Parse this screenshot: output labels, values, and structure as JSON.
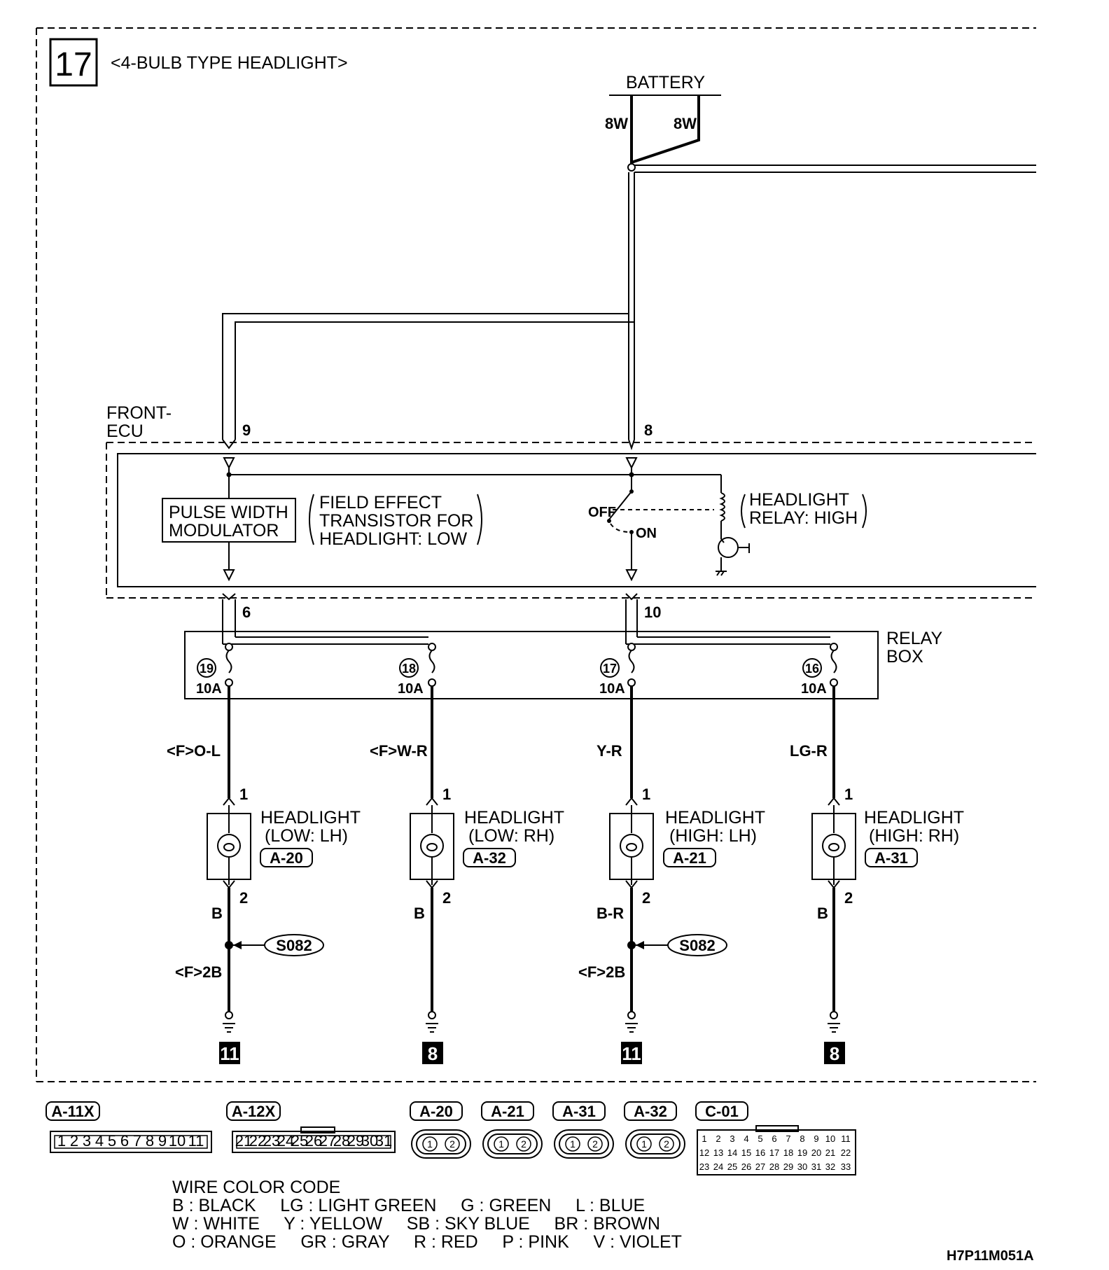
{
  "diagram": {
    "page_number": "17",
    "subtitle": "<4-BULB TYPE HEADLIGHT>",
    "battery_label": "BATTERY",
    "battery_wires": [
      "8W",
      "8W"
    ],
    "ecu": {
      "label_line1": "FRONT-",
      "label_line2": "ECU",
      "pins": {
        "in_left": "9",
        "in_right": "8",
        "out_left": "6",
        "out_right": "10"
      },
      "pwm_line1": "PULSE WIDTH",
      "pwm_line2": "MODULATOR",
      "fet_line1": "FIELD EFFECT",
      "fet_line2": "TRANSISTOR FOR",
      "fet_line3": "HEADLIGHT: LOW",
      "switch_off": "OFF",
      "switch_on": "ON",
      "relay_line1": "HEADLIGHT",
      "relay_line2": "RELAY: HIGH"
    },
    "relay_box": {
      "label_line1": "RELAY",
      "label_line2": "BOX",
      "fuses": [
        {
          "number": "19",
          "rating": "10A"
        },
        {
          "number": "18",
          "rating": "10A"
        },
        {
          "number": "17",
          "rating": "10A"
        },
        {
          "number": "16",
          "rating": "10A"
        }
      ]
    },
    "branches": [
      {
        "wire_top": "<F>O-L",
        "pin1": "1",
        "pin2": "2",
        "name_line1": "HEADLIGHT",
        "name_line2": "(LOW: LH)",
        "connector": "A-20",
        "wire_bottom": "B",
        "splice": "S082",
        "wire_ground": "<F>2B",
        "ground": "11"
      },
      {
        "wire_top": "<F>W-R",
        "pin1": "1",
        "pin2": "2",
        "name_line1": "HEADLIGHT",
        "name_line2": "(LOW: RH)",
        "connector": "A-32",
        "wire_bottom": "B",
        "ground": "8"
      },
      {
        "wire_top": "Y-R",
        "pin1": "1",
        "pin2": "2",
        "name_line1": "HEADLIGHT",
        "name_line2": "(HIGH: LH)",
        "connector": "A-21",
        "wire_bottom": "B-R",
        "splice": "S082",
        "wire_ground": "<F>2B",
        "ground": "11"
      },
      {
        "wire_top": "LG-R",
        "pin1": "1",
        "pin2": "2",
        "name_line1": "HEADLIGHT",
        "name_line2": "(HIGH: RH)",
        "connector": "A-31",
        "wire_bottom": "B",
        "ground": "8"
      }
    ]
  },
  "connectors": [
    {
      "id": "A-11X",
      "pins": [
        "1",
        "2",
        "3",
        "4",
        "5",
        "6",
        "7",
        "8",
        "9",
        "10",
        "11"
      ]
    },
    {
      "id": "A-12X",
      "pins": [
        "21",
        "22",
        "23",
        "24",
        "25",
        "26",
        "27",
        "28",
        "29",
        "30",
        "31"
      ]
    },
    {
      "id": "A-20",
      "pins": [
        "1",
        "2"
      ]
    },
    {
      "id": "A-21",
      "pins": [
        "1",
        "2"
      ]
    },
    {
      "id": "A-31",
      "pins": [
        "1",
        "2"
      ]
    },
    {
      "id": "A-32",
      "pins": [
        "1",
        "2"
      ]
    },
    {
      "id": "C-01",
      "rows": [
        [
          "1",
          "2",
          "3",
          "4",
          "5",
          "6",
          "7",
          "8",
          "9",
          "10",
          "11"
        ],
        [
          "12",
          "13",
          "14",
          "15",
          "16",
          "17",
          "18",
          "19",
          "20",
          "21",
          "22"
        ],
        [
          "23",
          "24",
          "25",
          "26",
          "27",
          "28",
          "29",
          "30",
          "31",
          "32",
          "33"
        ]
      ]
    }
  ],
  "legend": {
    "title": "WIRE COLOR CODE",
    "line1": "B : BLACK     LG : LIGHT GREEN     G : GREEN     L : BLUE",
    "line2": "W : WHITE     Y : YELLOW     SB : SKY BLUE     BR : BROWN",
    "line3": "O : ORANGE     GR : GRAY     R : RED     P : PINK     V : VIOLET"
  },
  "figure_code": "H7P11M051A"
}
